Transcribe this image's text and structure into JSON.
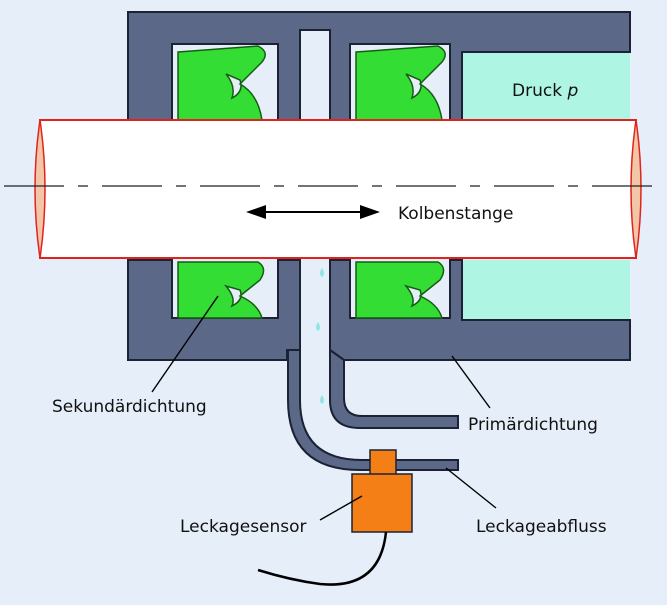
{
  "labels": {
    "pressure": "Druck ",
    "pressure_symbol": "p",
    "rod": "Kolbenstange",
    "secondary_seal": "Sekundärdichtung",
    "primary_seal": "Primärdichtung",
    "leak_sensor": "Leckagesensor",
    "leak_drain": "Leckageabfluss"
  },
  "colors": {
    "background": "#e6eff9",
    "housing": "#5b6887",
    "housing_edge": "#1b2234",
    "seal": "#33dd33",
    "seal_edge": "#155c15",
    "pressure_fluid": "#aef6e3",
    "rod_fill": "#ffffff",
    "rod_outline": "#e0241d",
    "rod_end": "#f4c6a8",
    "sensor": "#f57f17",
    "leak_drop": "#8fe6e6"
  }
}
